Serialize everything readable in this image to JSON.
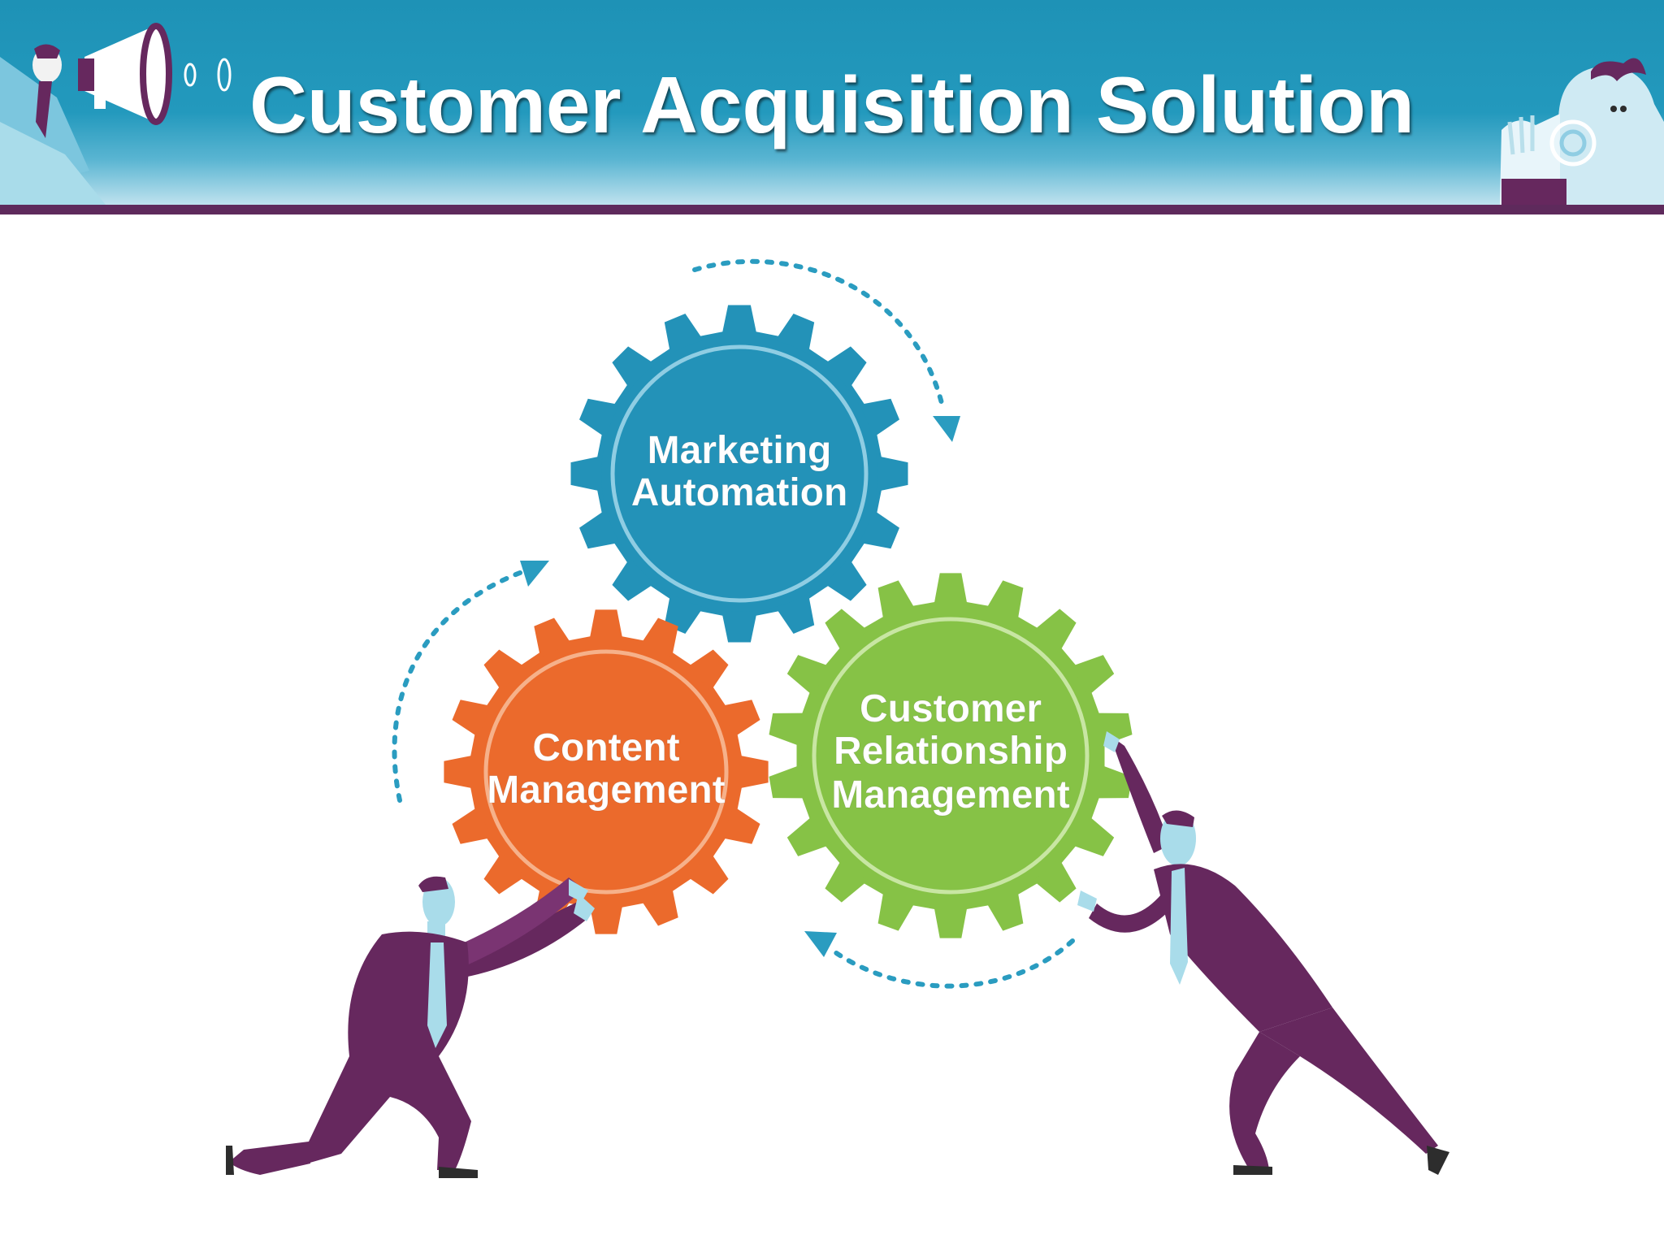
{
  "slide": {
    "title": "Customer Acquisition Solution"
  },
  "diagram": {
    "gears": [
      {
        "id": "marketing",
        "line1": "Marketing",
        "line2": "Automation",
        "line3": "",
        "color": "#2392b8",
        "ring": "#8fcde3"
      },
      {
        "id": "content",
        "line1": "Content",
        "line2": "Management",
        "line3": "",
        "color": "#eb6a2c",
        "ring": "#f6b18a"
      },
      {
        "id": "crm",
        "line1": "Customer",
        "line2": "Relationship",
        "line3": "Management",
        "color": "#86c246",
        "ring": "#c8e6a3"
      }
    ],
    "colors": {
      "header": "#1e92b6",
      "header_bar": "#5e2a5c",
      "figure_suit": "#66285e",
      "figure_skin": "#a9dcea",
      "arrow": "#2a9cc0"
    },
    "illustrations": [
      "megaphone-person-icon",
      "listening-person-icon",
      "kneeling-businessman",
      "pushing-businessman"
    ]
  }
}
